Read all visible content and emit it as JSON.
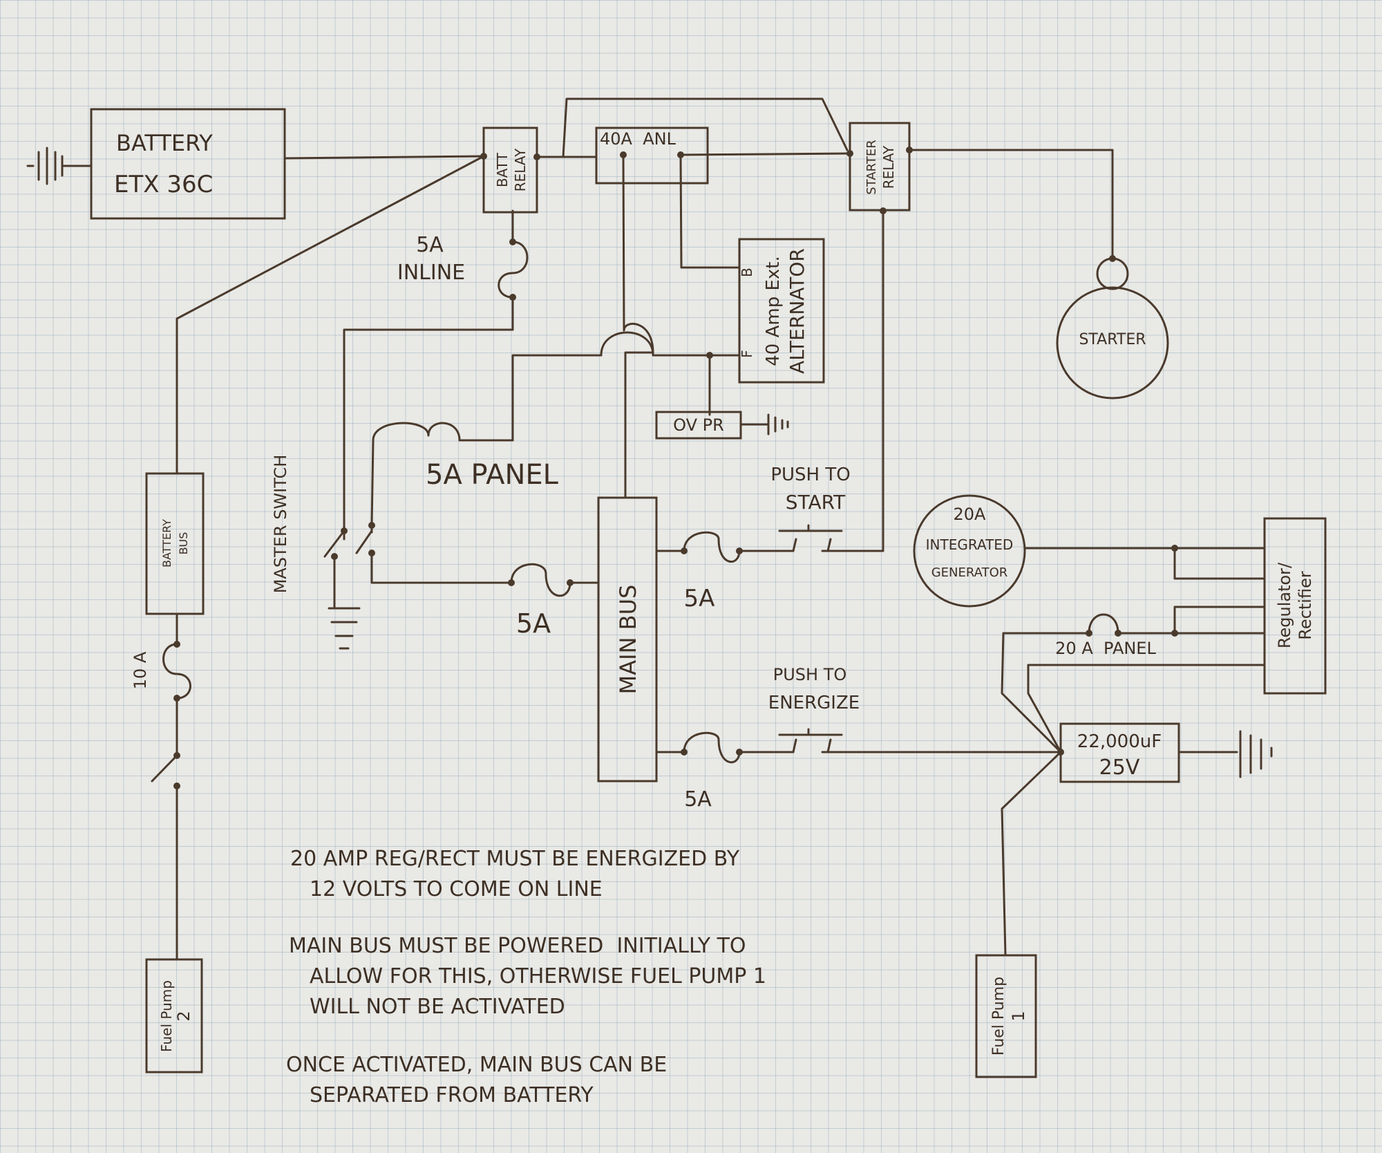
{
  "colors": {
    "ink": "#4a3a2c",
    "paper": "#e9e9e6",
    "grid": "#7896aa"
  },
  "components": {
    "battery": {
      "line1": "BATTERY",
      "line2": "ETX 36C"
    },
    "batt_relay": {
      "line1": "BATT",
      "line2": "RELAY"
    },
    "anl_fuse": "40A  ANL",
    "starter_relay": {
      "line1": "STARTER",
      "line2": "RELAY"
    },
    "starter": "STARTER",
    "alternator": {
      "term_b": "B",
      "term_f": "F",
      "line1": "40 Amp Ext.",
      "line2": "ALTERNATOR"
    },
    "ov_pr": "OV PR",
    "inline_fuse": {
      "line1": "5A",
      "line2": "INLINE"
    },
    "panel_fuse_5a": "5A PANEL",
    "master_switch": "MASTER SWITCH",
    "battery_bus": {
      "line1": "BATTERY",
      "line2": "BUS"
    },
    "main_bus": "MAIN BUS",
    "fuse_10a": "10 A",
    "fuse_5a_master": "5A",
    "fuse_5a_start": "5A",
    "fuse_5a_energize": "5A",
    "push_to_start": {
      "line1": "PUSH TO",
      "line2": "START"
    },
    "push_to_energize": {
      "line1": "PUSH TO",
      "line2": "ENERGIZE"
    },
    "generator": {
      "line1": "20A",
      "line2": "INTEGRATED",
      "line3": "GENERATOR"
    },
    "regulator": {
      "line1": "Regulator/",
      "line2": "Rectifier"
    },
    "panel_fuse_20a": "20 A  PANEL",
    "capacitor": {
      "line1": "22,000uF",
      "line2": "25V"
    },
    "fuel_pump_1": {
      "line1": "Fuel Pump",
      "line2": "1"
    },
    "fuel_pump_2": {
      "line1": "Fuel Pump",
      "line2": "2"
    }
  },
  "notes": [
    "20 AMP REG/RECT MUST BE ENERGIZED BY",
    "12 VOLTS TO COME ON LINE",
    "MAIN BUS MUST BE POWERED  INITIALLY TO",
    "ALLOW FOR THIS, OTHERWISE FUEL PUMP 1",
    "WILL NOT BE ACTIVATED",
    "ONCE ACTIVATED, MAIN BUS CAN BE",
    "SEPARATED FROM BATTERY"
  ]
}
